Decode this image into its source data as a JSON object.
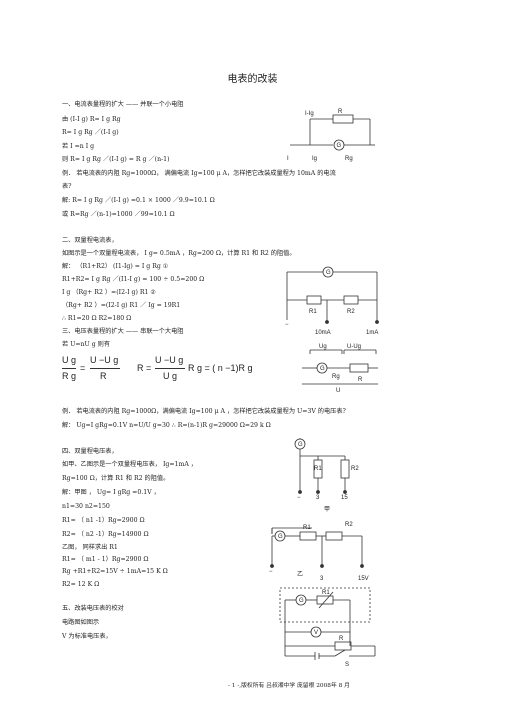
{
  "title": "电表的改装",
  "s1": {
    "heading": "一、电流表量程的扩大 —— 并联一个小电阻",
    "l1": "由   (I-I g) R= I g Rg",
    "l2": "R= I g Rg ／(I-I g)",
    "l3": "若  I =n I g",
    "l4": "则     R= I g Rg ／(I-I g) = R g  ／(n-1)",
    "l5": "例． 若电流表的内阻    Rg=1000Ω，  满偏电流    Ig=100 μ A，怎样把它改装成量程为          10mA  的电流",
    "l6": "表?",
    "l7": "解:  R= I g Rg ／(I-I g) =0.1 × 1000   ／9.9=10.1 Ω",
    "l8": "或   R=Rg  ／(n-1)=1000  ／99=10.1 Ω"
  },
  "fig1": {
    "i_minus_ig": "I-Ig",
    "r": "R",
    "g": "G",
    "i": "I",
    "ig": "Ig",
    "rg": "Rg"
  },
  "s2": {
    "heading": "二、双量程电流表，",
    "l1": "如图示是一个双量程电流表，         I g= 0.5mA ，Rg=200  Ω，计算   R1  和 R2 的阻值。",
    "l2": "解：  （R1+R2）  (I1-Ig) = I g Rg                         ①",
    "l3": "R1+R2= I g Rg ／(I1-I g) = 100 ÷ 0.5=200  Ω",
    "l4": "I g  （Rg+ R2 ）=(I2-I g) R1                           ②",
    "l5": "（Rg+ R2 ）=(I2-I g) R1  ／  Ig   = 19R1",
    "l6": "∴  R1=20 Ω         R2=180 Ω"
  },
  "fig2": {
    "g": "G",
    "r1": "R1",
    "r2": "R2",
    "t1": "10mA",
    "t2": "1mA",
    "minus": "−"
  },
  "s3": {
    "heading": "三、电压表量程的扩大 —— 串联一个大电阻",
    "l1": "若  U=nU g        则有",
    "f_ug": "U g",
    "f_rg": "R g",
    "f_eq": "=",
    "f_uu": "U −U g",
    "f_r": "R",
    "f_R": "R =",
    "f_num2": "U −U g",
    "f_den2": "U g",
    "f_tail": "R g = ( n −1)R g",
    "ex": "例． 若电流表的内阻    Rg=1000Ω，满偏电流    Ig=100 μ A ，怎样把它改装成量程为          U=3V  的电压表?",
    "sol": "解：  Ug=I gRg=0.1V           n=U/U g=30          ∴ R=(n-1)R g=29000   Ω=29 k Ω"
  },
  "fig3": {
    "ug": "Ug",
    "uug": "U-Ug",
    "g": "G",
    "rg": "Rg",
    "r": "R",
    "u": "U"
  },
  "s4": {
    "heading": "四、双量程电压表，",
    "l1": "如甲、乙图示是一个双量程电压表，              Ig=1mA ，",
    "l2": "Rg=100  Ω，计算   R1 和 R2 的阻值。",
    "l3": "解：甲图 ， Ug= I gRg =0.1V ，",
    "l4": "n1=30             n2=150",
    "l5": "R1=  （ n1 -1）Rg=2900   Ω",
    "l6": "R2=  （ n2 -1）Rg=14900  Ω",
    "l7": "乙图，   同样求出    R1",
    "l8": "R1=  （ m1 - 1）Rg=2900   Ω",
    "l9": "Rg +R1+R2=15V ÷ 1mA=15 K Ω",
    "l10": "R2= 12 K Ω"
  },
  "fig4": {
    "g": "G",
    "r1": "R1",
    "r2": "R2",
    "minus": "−",
    "t1": "3",
    "t2": "15",
    "caption": "甲"
  },
  "fig5": {
    "g": "G",
    "r1": "R1",
    "r2": "R2",
    "minus": "−",
    "t1": "3",
    "t2": "15V",
    "caption": "乙"
  },
  "s5": {
    "heading": "五、改装电压表的校对",
    "l1": "电路图如图示",
    "l2": "V  为标准电压表，"
  },
  "fig6": {
    "g": "G",
    "r1": "R1",
    "v": "V",
    "r": "R",
    "s": "S"
  },
  "footer": "- 1 -,版权所有   吕叔湘中学   庞留根        2008年  8 月"
}
